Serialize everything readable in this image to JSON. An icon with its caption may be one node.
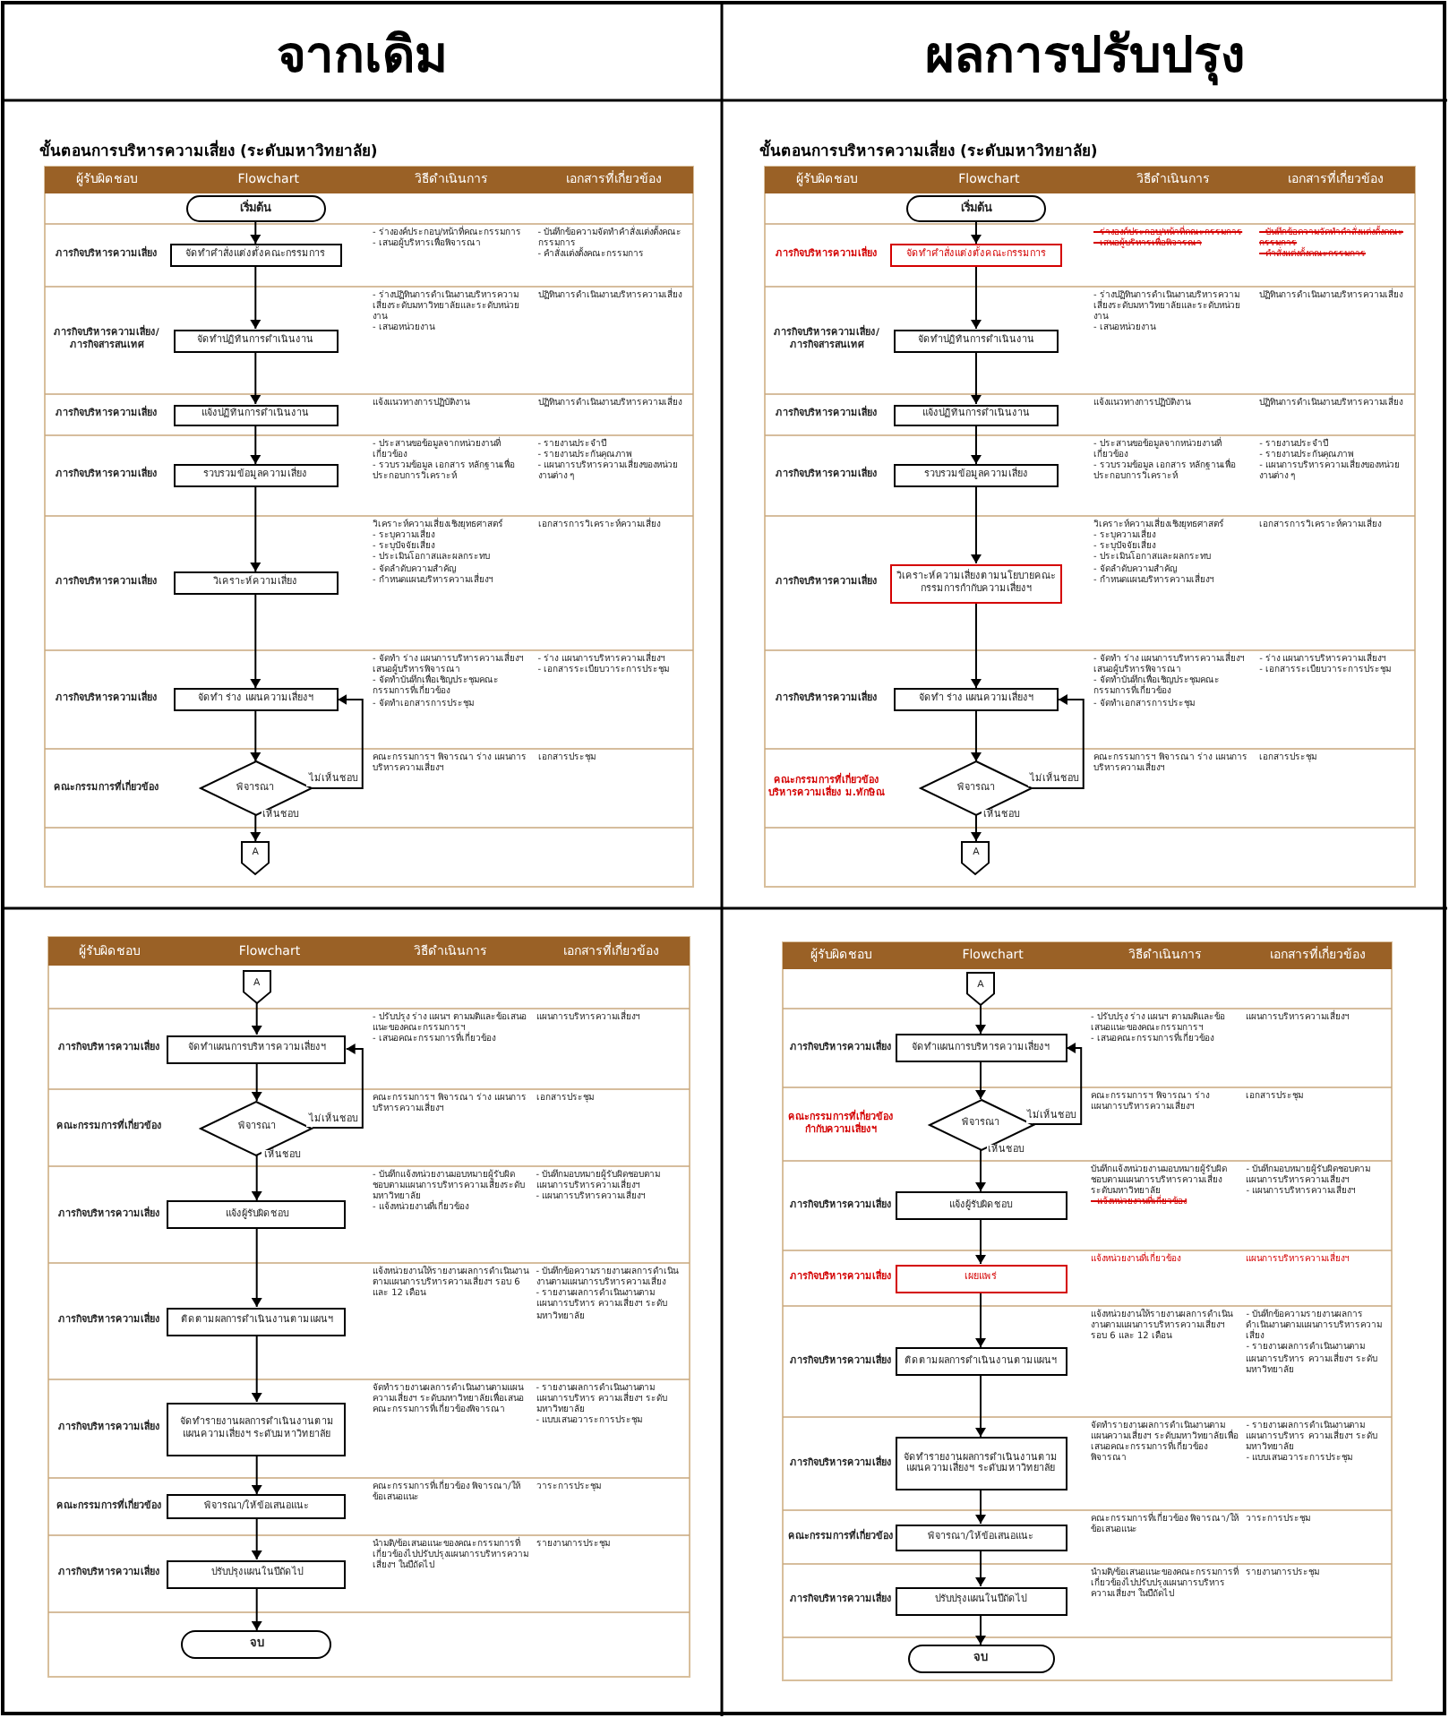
{
  "diagram": {
    "nodes": [
      {
        "text": [
          "เริ่มต้น"
        ]
      },
      {
        "text": [
          "จัดทำคำสั่งแต่งตั้งคณะกรรมการ"
        ]
      },
      {
        "text": [
          "จัดทำปฏิทินการดำเนินงาน"
        ]
      },
      {
        "text": [
          "แจ้งปฏิทินการดำเนินงาน"
        ]
      },
      {
        "text": [
          "รวบรวมข้อมูลความเสี่ยง"
        ]
      },
      {
        "text": [
          "วิเคราะห์ความเสี่ยง"
        ]
      },
      {
        "text": [
          "จัดทำ ร่าง แผนความเสี่ยงฯ"
        ]
      },
      {
        "text": [
          "พิจารณา"
        ]
      },
      {
        "text": [
          "A"
        ]
      },
      {
        "text": [
          "เริ่มต้น"
        ]
      },
      {
        "text": [
          "จัดทำคำสั่งแต่งตั้งคณะกรรมการ"
        ]
      },
      {
        "text": [
          "จัดทำปฏิทินการดำเนินงาน"
        ]
      },
      {
        "text": [
          "แจ้งปฏิทินการดำเนินงาน"
        ]
      },
      {
        "text": [
          "รวบรวมข้อมูลความเสี่ยง"
        ]
      },
      {
        "text": [
          "วิเคราะห์ความเสี่ยงตามนโยบายคณะกรรมการกำกับความเสี่ยงฯ"
        ]
      },
      {
        "text": [
          "จัดทำ ร่าง แผนความเสี่ยงฯ"
        ]
      },
      {
        "text": [
          "พิจารณา"
        ]
      },
      {
        "text": [
          "A"
        ]
      },
      {
        "text": [
          "A"
        ]
      },
      {
        "text": [
          "จัดทำแผนการบริหารความเสี่ยงฯ"
        ]
      },
      {
        "text": [
          "พิจารณา"
        ]
      },
      {
        "text": [
          "แจ้งผู้รับผิดชอบ"
        ]
      },
      {
        "text": [
          "ติดตามผลการดำเนินงานตามแผนฯ"
        ]
      },
      {
        "text": [
          "จัดทำรายงานผลการดำเนินงานตามแผนความเสี่ยงฯ ระดับมหาวิทยาลัย"
        ]
      },
      {
        "text": [
          "พิจารณา/ให้ข้อเสนอแนะ"
        ]
      },
      {
        "text": [
          "ปรับปรุงแผนในปีถัดไป"
        ]
      },
      {
        "text": [
          "จบ"
        ]
      },
      {
        "text": [
          "A"
        ]
      },
      {
        "text": [
          "จัดทำแผนการบริหารความเสี่ยงฯ"
        ]
      },
      {
        "text": [
          "พิจารณา"
        ]
      },
      {
        "text": [
          "แจ้งผู้รับผิดชอบ"
        ]
      },
      {
        "text": [
          "เผยแพร่"
        ]
      },
      {
        "text": [
          "ติดตามผลการดำเนินงานตามแผนฯ"
        ]
      },
      {
        "text": [
          "จัดทำรายงานผลการดำเนินงานตามแผนความเสี่ยงฯ ระดับมหาวิทยาลัย"
        ]
      },
      {
        "text": [
          "พิจารณา/ให้ข้อเสนอแนะ"
        ]
      },
      {
        "text": [
          "ปรับปรุงแผนในปีถัดไป"
        ]
      },
      {
        "text": [
          "จบ"
        ]
      }
    ],
    "edges": [
      {
        "from": 0,
        "to": 1,
        "arrow": "to"
      },
      {
        "from": 1,
        "to": 2,
        "arrow": "to"
      },
      {
        "from": 2,
        "to": 3,
        "arrow": "to"
      },
      {
        "from": 3,
        "to": 4,
        "arrow": "to"
      },
      {
        "from": 4,
        "to": 5,
        "arrow": "to"
      },
      {
        "from": 5,
        "to": 6,
        "arrow": "to"
      },
      {
        "from": 6,
        "to": 7,
        "arrow": "to"
      },
      {
        "from": 7,
        "to": 8,
        "arrow": "to",
        "label": "เห็นชอบ"
      },
      {
        "from": 7,
        "to": 6,
        "arrow": "to",
        "label": "ไม่เห็นชอบ"
      },
      {
        "from": 9,
        "to": 10,
        "arrow": "to"
      },
      {
        "from": 10,
        "to": 11,
        "arrow": "to"
      },
      {
        "from": 11,
        "to": 12,
        "arrow": "to"
      },
      {
        "from": 12,
        "to": 13,
        "arrow": "to"
      },
      {
        "from": 13,
        "to": 14,
        "arrow": "to"
      },
      {
        "from": 14,
        "to": 15,
        "arrow": "to"
      },
      {
        "from": 15,
        "to": 16,
        "arrow": "to"
      },
      {
        "from": 16,
        "to": 17,
        "arrow": "to",
        "label": "เห็นชอบ"
      },
      {
        "from": 16,
        "to": 15,
        "arrow": "to",
        "label": "ไม่เห็นชอบ"
      },
      {
        "from": 18,
        "to": 19,
        "arrow": "to"
      },
      {
        "from": 19,
        "to": 20,
        "arrow": "to"
      },
      {
        "from": 20,
        "to": 21,
        "arrow": "to",
        "label": "เห็นชอบ"
      },
      {
        "from": 20,
        "to": 19,
        "arrow": "to",
        "label": "ไม่เห็นชอบ"
      },
      {
        "from": 21,
        "to": 22,
        "arrow": "to"
      },
      {
        "from": 22,
        "to": 23,
        "arrow": "to"
      },
      {
        "from": 23,
        "to": 24,
        "arrow": "to"
      },
      {
        "from": 24,
        "to": 25,
        "arrow": "to"
      },
      {
        "from": 25,
        "to": 26,
        "arrow": "to"
      },
      {
        "from": 27,
        "to": 28,
        "arrow": "to"
      },
      {
        "from": 28,
        "to": 29,
        "arrow": "to"
      },
      {
        "from": 29,
        "to": 30,
        "arrow": "to",
        "label": "เห็นชอบ"
      },
      {
        "from": 29,
        "to": 28,
        "arrow": "to",
        "label": "ไม่เห็นชอบ"
      },
      {
        "from": 30,
        "to": 31,
        "arrow": "to"
      },
      {
        "from": 31,
        "to": 32,
        "arrow": "to"
      },
      {
        "from": 32,
        "to": 33,
        "arrow": "to"
      },
      {
        "from": 33,
        "to": 34,
        "arrow": "to"
      },
      {
        "from": 34,
        "to": 35,
        "arrow": "to"
      },
      {
        "from": 35,
        "to": 36,
        "arrow": "to"
      }
    ],
    "labels": [
      "จากเดิม",
      "ผลการปรับปรุง",
      "ขั้นตอนการบริหารความเสี่ยง (ระดับมหาวิทยาลัย)",
      "ผู้รับผิดชอบ",
      "Flowchart",
      "วิธีดำเนินการ",
      "เอกสารที่เกี่ยวข้อง",
      "ภารกิจบริหารความเสี่ยง",
      "- ร่างองค์ประกอบ/หน้าที่คณะกรรมการ",
      "- เสนอผู้บริหารเพื่อพิจารณา",
      "- บันทึกข้อความจัดทำคำสั่งแต่งตั้งคณะกรรมการ",
      "- คำสั่งแต่งตั้งคณะกรรมการ",
      "ภารกิจบริหารความเสี่ยง/ภารกิจสารสนเทศ",
      "- ร่างปฏิทินการดำเนินงานบริหารความเสี่ยงระดับมหาวิทยาลัยและระดับหน่วยงาน",
      "- เสนอหน่วยงาน",
      "ปฏิทินการดำเนินงานบริหารความเสี่ยง",
      "ภารกิจบริหารความเสี่ยง",
      "แจ้งแนวทางการปฏิบัติงาน",
      "ปฏิทินการดำเนินงานบริหารความเสี่ยง",
      "ภารกิจบริหารความเสี่ยง",
      "- ประสานขอข้อมูลจากหน่วยงานที่เกี่ยวข้อง",
      "- รวบรวมข้อมูล เอกสาร หลักฐานเพื่อประกอบการวิเคราะห์",
      "- รายงานประจำปี",
      "- รายงานประกันคุณภาพ",
      "- แผนการบริหารความเสี่ยงของหน่วยงานต่าง ๆ",
      "ภารกิจบริหารความเสี่ยง",
      "วิเคราะห์ความเสี่ยงเชิงยุทธศาสตร์",
      "- ระบุความเสี่ยง",
      "- ระบุปัจจัยเสี่ยง",
      "- ประเมินโอกาสและผลกระทบ",
      "- จัดลำดับความสำคัญ",
      "- กำหนดแผนบริหารความเสี่ยงฯ",
      "เอกสารการวิเคราะห์ความเสี่ยง",
      "ภารกิจบริหารความเสี่ยง",
      "- จัดทำ ร่าง แผนการบริหารความเสี่ยงฯ เสนอผู้บริหารพิจารณา",
      "- จัดทำบันทึกเพื่อเชิญประชุมคณะกรรมการที่เกี่ยวข้อง",
      "- จัดทำเอกสารการประชุม",
      "- ร่าง แผนการบริหารความเสี่ยงฯ",
      "- เอกสารระเบียบวาระการประชุม",
      "คณะกรรมการที่เกี่ยวข้อง",
      "คณะกรรมการฯ พิจารณา ร่าง แผนการบริหารความเสี่ยงฯ",
      "เอกสารประชุม",
      "ขั้นตอนการบริหารความเสี่ยง (ระดับมหาวิทยาลัย)",
      "ผู้รับผิดชอบ",
      "Flowchart",
      "วิธีดำเนินการ",
      "เอกสารที่เกี่ยวข้อง",
      "ภารกิจบริหารความเสี่ยง",
      "- ร่างองค์ประกอบ/หน้าที่คณะกรรมการ",
      "- เสนอผู้บริหารเพื่อพิจารณา",
      "- บันทึกข้อความจัดทำคำสั่งแต่งตั้งคณะกรรมการ",
      "- คำสั่งแต่งตั้งคณะกรรมการ",
      "ภารกิจบริหารความเสี่ยง/ภารกิจสารสนเทศ",
      "- ร่างปฏิทินการดำเนินงานบริหารความเสี่ยงระดับมหาวิทยาลัยและระดับหน่วยงาน",
      "- เสนอหน่วยงาน",
      "ปฏิทินการดำเนินงานบริหารความเสี่ยง",
      "ภารกิจบริหารความเสี่ยง",
      "แจ้งแนวทางการปฏิบัติงาน",
      "ปฏิทินการดำเนินงานบริหารความเสี่ยง",
      "ภารกิจบริหารความเสี่ยง",
      "- ประสานขอข้อมูลจากหน่วยงานที่เกี่ยวข้อง",
      "- รวบรวมข้อมูล เอกสาร หลักฐานเพื่อประกอบการวิเคราะห์",
      "- รายงานประจำปี",
      "- รายงานประกันคุณภาพ",
      "- แผนการบริหารความเสี่ยงของหน่วยงานต่าง ๆ",
      "ภารกิจบริหารความเสี่ยง",
      "วิเคราะห์ความเสี่ยงเชิงยุทธศาสตร์",
      "- ระบุความเสี่ยง",
      "- ระบุปัจจัยเสี่ยง",
      "- ประเมินโอกาสและผลกระทบ",
      "- จัดลำดับความสำคัญ",
      "- กำหนดแผนบริหารความเสี่ยงฯ",
      "เอกสารการวิเคราะห์ความเสี่ยง",
      "ภารกิจบริหารความเสี่ยง",
      "- จัดทำ ร่าง แผนการบริหารความเสี่ยงฯ เสนอผู้บริหารพิจารณา",
      "- จัดทำบันทึกเพื่อเชิญประชุมคณะกรรมการที่เกี่ยวข้อง",
      "- จัดทำเอกสารการประชุม",
      "- ร่าง แผนการบริหารความเสี่ยงฯ",
      "- เอกสารระเบียบวาระการประชุม",
      "คณะกรรมการที่เกี่ยวข้องบริหารความเสี่ยง ม.ทักษิณ",
      "คณะกรรมการฯ พิจารณา ร่าง แผนการบริหารความเสี่ยงฯ",
      "เอกสารประชุม",
      "ผู้รับผิดชอบ",
      "Flowchart",
      "วิธีดำเนินการ",
      "เอกสารที่เกี่ยวข้อง",
      "ภารกิจบริหารความเสี่ยง",
      "- ปรับปรุง ร่าง แผนฯ ตามมติและข้อเสนอแนะของคณะกรรมการฯ",
      "- เสนอคณะกรรมการที่เกี่ยวข้อง",
      "แผนการบริหารความเสี่ยงฯ",
      "คณะกรรมการที่เกี่ยวข้อง",
      "คณะกรรมการฯ พิจารณา ร่าง แผนการบริหารความเสี่ยงฯ",
      "เอกสารประชุม",
      "ภารกิจบริหารความเสี่ยง",
      "- บันทึกแจ้งหน่วยงานมอบหมายผู้รับผิดชอบตามแผนการบริหารความเสี่ยงระดับมหาวิทยาลัย",
      "- แจ้งหน่วยงานที่เกี่ยวข้อง",
      "- บันทึกมอบหมายผู้รับผิดชอบตามแผนการบริหารความเสี่ยงฯ",
      "- แผนการบริหารความเสี่ยงฯ",
      "ภารกิจบริหารความเสี่ยง",
      "แจ้งหน่วยงานให้รายงานผลการดำเนินงานตามแผนการบริหารความเสี่ยงฯ รอบ 6 และ 12 เดือน",
      "- บันทึกข้อความรายงานผลการดำเนินงานตามแผนการบริหารความเสี่ยง",
      "- รายงานผลการดำเนินงานตามแผนการบริหาร ความเสี่ยงฯ ระดับมหาวิทยาลัย",
      "ภารกิจบริหารความเสี่ยง",
      "จัดทำรายงานผลการดำเนินงานตามแผนความเสี่ยงฯ ระดับมหาวิทยาลัยเพื่อเสนอคณะกรรมการที่เกี่ยวข้องพิจารณา",
      "- รายงานผลการดำเนินงานตามแผนการบริหาร ความเสี่ยงฯ ระดับมหาวิทยาลัย",
      "- แบบเสนอวาระการประชุม",
      "คณะกรรมการที่เกี่ยวข้อง",
      "คณะกรรมการที่เกี่ยวข้อง พิจารณา/ให้ข้อเสนอแนะ",
      "วาระการประชุม",
      "ภารกิจบริหารความเสี่ยง",
      "นำมติ/ข้อเสนอแนะของคณะกรรมการที่เกี่ยวข้องไปปรับปรุงแผนการบริหารความเสี่ยงฯ ในปีถัดไป",
      "รายงานการประชุม",
      "ผู้รับผิดชอบ",
      "Flowchart",
      "วิธีดำเนินการ",
      "เอกสารที่เกี่ยวข้อง",
      "ภารกิจบริหารความเสี่ยง",
      "- ปรับปรุง ร่าง แผนฯ ตามมติและข้อเสนอแนะของคณะกรรมการฯ",
      "- เสนอคณะกรรมการที่เกี่ยวข้อง",
      "แผนการบริหารความเสี่ยงฯ",
      "คณะกรรมการที่เกี่ยวข้องกำกับความเสี่ยงฯ",
      "คณะกรรมการฯ พิจารณา ร่าง แผนการบริหารความเสี่ยงฯ",
      "เอกสารประชุม",
      "ภารกิจบริหารความเสี่ยง",
      "บันทึกแจ้งหน่วยงานมอบหมายผู้รับผิดชอบตามแผนการบริหารความเสี่ยงระดับมหาวิทยาลัย",
      "- แจ้งหน่วยงานที่เกี่ยวข้อง",
      "- บันทึกมอบหมายผู้รับผิดชอบตามแผนการบริหารความเสี่ยงฯ",
      "- แผนการบริหารความเสี่ยงฯ",
      "ภารกิจบริหารความเสี่ยง",
      "แจ้งหน่วยงานที่เกี่ยวข้อง",
      "แผนการบริหารความเสี่ยงฯ",
      "ภารกิจบริหารความเสี่ยง",
      "แจ้งหน่วยงานให้รายงานผลการดำเนินงานตามแผนการบริหารความเสี่ยงฯ รอบ 6 และ 12 เดือน",
      "- บันทึกข้อความรายงานผลการดำเนินงานตามแผนการบริหารความเสี่ยง",
      "- รายงานผลการดำเนินงานตามแผนการบริหาร ความเสี่ยงฯ ระดับมหาวิทยาลัย",
      "ภารกิจบริหารความเสี่ยง",
      "จัดทำรายงานผลการดำเนินงานตามแผนความเสี่ยงฯ ระดับมหาวิทยาลัยเพื่อเสนอคณะกรรมการที่เกี่ยวข้องพิจารณา",
      "- รายงานผลการดำเนินงานตามแผนการบริหาร ความเสี่ยงฯ ระดับมหาวิทยาลัย",
      "- แบบเสนอวาระการประชุม",
      "คณะกรรมการที่เกี่ยวข้อง",
      "คณะกรรมการที่เกี่ยวข้อง พิจารณา/ให้ข้อเสนอแนะ",
      "วาระการประชุม",
      "ภารกิจบริหารความเสี่ยง",
      "นำมติ/ข้อเสนอแนะของคณะกรรมการที่เกี่ยวข้องไปปรับปรุงแผนการบริหารความเสี่ยงฯ ในปีถัดไป",
      "รายงานการประชุม"
    ]
  }
}
